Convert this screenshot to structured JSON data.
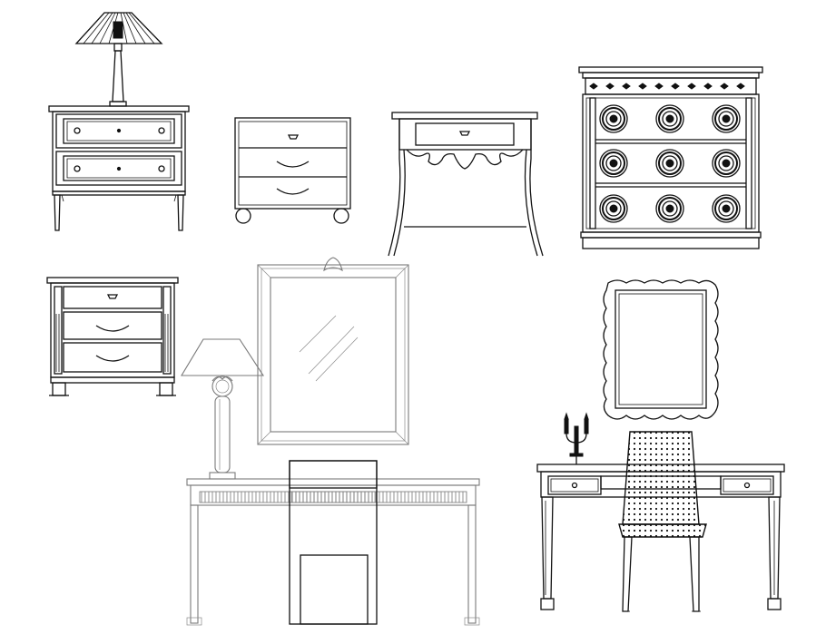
{
  "drawing": {
    "background": "#ffffff",
    "line_color": "#111111",
    "secondary_line_color": "#7a7a7a",
    "items": [
      {
        "id": "nightstand-with-lamp",
        "icon": "nightstand-icon"
      },
      {
        "id": "nightstand-on-wheels",
        "icon": "nightstand-icon"
      },
      {
        "id": "console-table",
        "icon": "table-icon"
      },
      {
        "id": "ornate-chest-of-drawers",
        "icon": "chest-icon"
      },
      {
        "id": "bedside-cabinet",
        "icon": "nightstand-icon"
      },
      {
        "id": "vanity-with-mirror-and-lamp",
        "icon": "vanity-icon"
      },
      {
        "id": "writing-desk-with-mirror-and-chair",
        "icon": "desk-icon"
      }
    ]
  }
}
